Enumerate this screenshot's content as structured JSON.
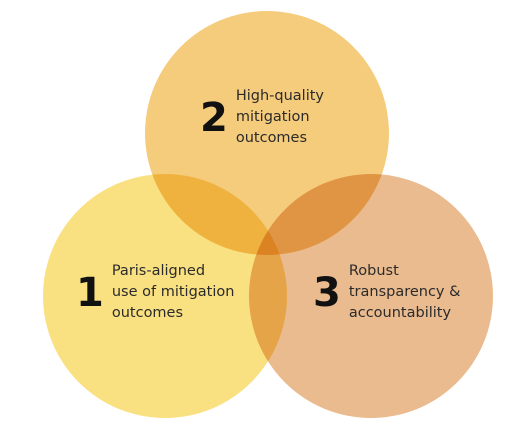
{
  "circles": [
    {
      "number": "1",
      "text": "Paris-aligned\nuse of mitigation\noutcomes",
      "color": "#f9dc6e"
    },
    {
      "number": "2",
      "text": "High-quality\nmitigation\noutcomes",
      "color": "#f4c46a"
    },
    {
      "number": "3",
      "text": "Robust\ntransparency &\naccountability",
      "color": "#e8b27e"
    }
  ]
}
